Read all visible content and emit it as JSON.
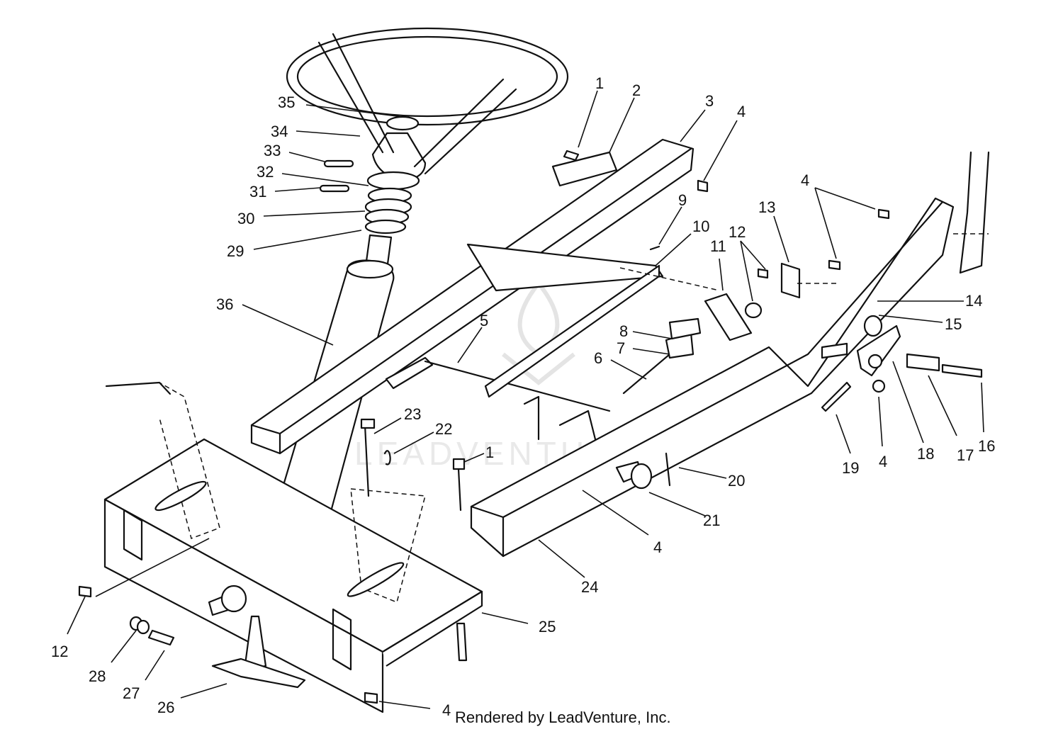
{
  "watermark": "LEADVENTURE",
  "credit": "Rendered by LeadVenture, Inc.",
  "callouts": [
    "1",
    "2",
    "3",
    "4",
    "9",
    "10",
    "11",
    "12",
    "13",
    "4",
    "14",
    "15",
    "35",
    "34",
    "33",
    "32",
    "31",
    "30",
    "29",
    "36",
    "5",
    "8",
    "7",
    "6",
    "23",
    "22",
    "1",
    "20",
    "21",
    "4",
    "24",
    "25",
    "12",
    "28",
    "27",
    "26",
    "4",
    "19",
    "4",
    "18",
    "17",
    "16"
  ]
}
